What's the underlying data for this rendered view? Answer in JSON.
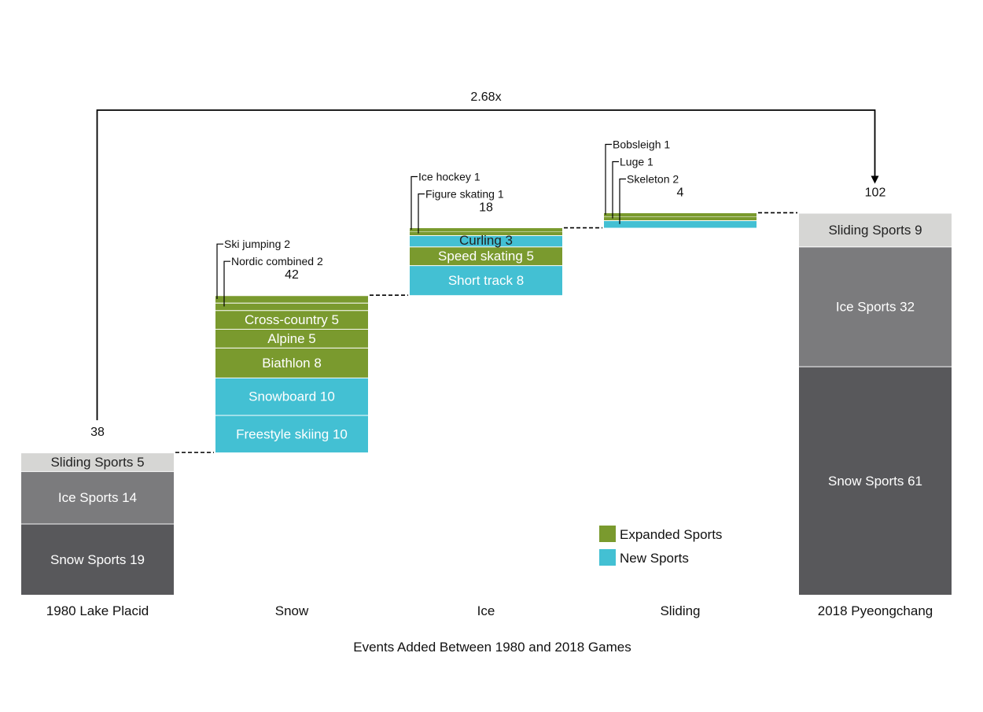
{
  "chart_data": {
    "type": "bar",
    "subtype": "waterfall",
    "xlabel": "Events Added Between 1980 and 2018 Games",
    "categories": [
      "1980 Lake Placid",
      "Snow",
      "Ice",
      "Sliding",
      "2018 Pyeongchang"
    ],
    "colors": {
      "expanded": "#7a9a2e",
      "new": "#43c0d3",
      "snow_total": "#58585b",
      "ice_total": "#7b7b7d",
      "sliding_total": "#d6d6d4",
      "connector": "#000000",
      "separator": "#ffffff"
    },
    "legend": [
      {
        "label": "Expanded Sports",
        "color": "#7a9a2e"
      },
      {
        "label": "New Sports",
        "color": "#43c0d3"
      }
    ],
    "multiplier": "2.68x",
    "bars": [
      {
        "category": "1980 Lake Placid",
        "kind": "total",
        "total": 38,
        "total_label": "38",
        "segments": [
          {
            "name": "Snow Sports",
            "value": 19,
            "label": "Snow Sports 19",
            "group": "snow_total"
          },
          {
            "name": "Ice Sports",
            "value": 14,
            "label": "Ice Sports 14",
            "group": "ice_total"
          },
          {
            "name": "Sliding Sports",
            "value": 5,
            "label": "Sliding Sports 5",
            "group": "sliding_total"
          }
        ]
      },
      {
        "category": "Snow",
        "kind": "delta",
        "total": 42,
        "total_label": "42",
        "segments": [
          {
            "name": "Freestyle skiing",
            "value": 10,
            "label": "Freestyle skiing 10",
            "group": "new"
          },
          {
            "name": "Snowboard",
            "value": 10,
            "label": "Snowboard 10",
            "group": "new"
          },
          {
            "name": "Biathlon",
            "value": 8,
            "label": "Biathlon 8",
            "group": "expanded"
          },
          {
            "name": "Alpine",
            "value": 5,
            "label": "Alpine 5",
            "group": "expanded"
          },
          {
            "name": "Cross-country",
            "value": 5,
            "label": "Cross-country 5",
            "group": "expanded"
          },
          {
            "name": "Nordic combined",
            "value": 2,
            "label": "Nordic combined 2",
            "group": "expanded",
            "callout": true
          },
          {
            "name": "Ski jumping",
            "value": 2,
            "label": "Ski jumping 2",
            "group": "expanded",
            "callout": true
          }
        ]
      },
      {
        "category": "Ice",
        "kind": "delta",
        "total": 18,
        "total_label": "18",
        "segments": [
          {
            "name": "Short track",
            "value": 8,
            "label": "Short track 8",
            "group": "new"
          },
          {
            "name": "Speed skating",
            "value": 5,
            "label": "Speed skating 5",
            "group": "expanded"
          },
          {
            "name": "Curling",
            "value": 3,
            "label": "Curling 3",
            "group": "new"
          },
          {
            "name": "Figure skating",
            "value": 1,
            "label": "Figure skating 1",
            "group": "expanded",
            "callout": true
          },
          {
            "name": "Ice hockey",
            "value": 1,
            "label": "Ice hockey 1",
            "group": "expanded",
            "callout": true
          }
        ]
      },
      {
        "category": "Sliding",
        "kind": "delta",
        "total": 4,
        "total_label": "4",
        "segments": [
          {
            "name": "Skeleton",
            "value": 2,
            "label": "Skeleton 2",
            "group": "new",
            "callout": true
          },
          {
            "name": "Luge",
            "value": 1,
            "label": "Luge 1",
            "group": "expanded",
            "callout": true
          },
          {
            "name": "Bobsleigh",
            "value": 1,
            "label": "Bobsleigh 1",
            "group": "expanded",
            "callout": true
          }
        ]
      },
      {
        "category": "2018 Pyeongchang",
        "kind": "total",
        "total": 102,
        "total_label": "102",
        "segments": [
          {
            "name": "Snow Sports",
            "value": 61,
            "label": "Snow Sports 61",
            "group": "snow_total"
          },
          {
            "name": "Ice Sports",
            "value": 32,
            "label": "Ice Sports 32",
            "group": "ice_total"
          },
          {
            "name": "Sliding Sports",
            "value": 9,
            "label": "Sliding Sports 9",
            "group": "sliding_total"
          }
        ]
      }
    ]
  }
}
